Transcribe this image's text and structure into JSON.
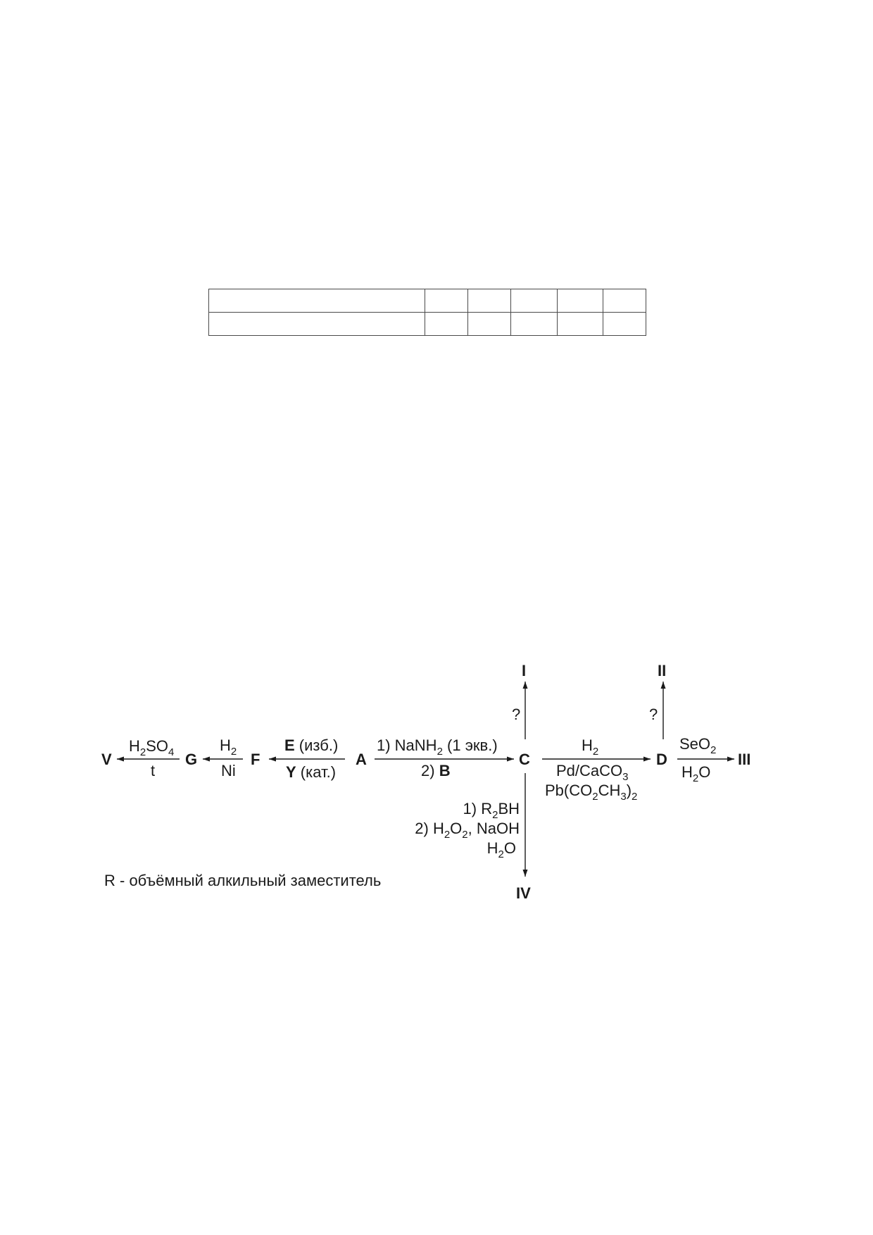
{
  "table": {
    "rows": 2,
    "column_widths": [
      306,
      60,
      60,
      65,
      64,
      60
    ],
    "cells": [
      [
        "",
        "",
        "",
        "",
        "",
        ""
      ],
      [
        "",
        "",
        "",
        "",
        "",
        ""
      ]
    ]
  },
  "compounds": {
    "V": "V",
    "G": "G",
    "F": "F",
    "A": "A",
    "C": "C",
    "D": "D",
    "III": "III",
    "I": "I",
    "II": "II",
    "IV": "IV"
  },
  "reagents": {
    "g_to_v": {
      "above": {
        "p1": "H",
        "s1": "2",
        "p2": "SO",
        "s2": "4"
      },
      "below": "t"
    },
    "f_to_g": {
      "above": {
        "p1": "H",
        "s1": "2"
      },
      "below": "Ni"
    },
    "a_to_f": {
      "above": {
        "bold": "E",
        "rest": " (изб.)"
      },
      "below": {
        "bold": "Y",
        "rest": " (кат.)"
      }
    },
    "a_to_c": {
      "above": {
        "p1": "1) NaNH",
        "s1": "2",
        "p2": " (1 экв.)"
      },
      "below": {
        "pre": "2) ",
        "bold": "B"
      }
    },
    "c_to_d": {
      "above": {
        "p1": "H",
        "s1": "2"
      },
      "below1": {
        "p1": "Pd/CaCO",
        "s1": "3"
      },
      "below2": {
        "p1": "Pb(CO",
        "s1": "2",
        "p2": "CH",
        "s2": "3",
        "p3": ")",
        "s3": "2"
      }
    },
    "d_to_iii": {
      "above": {
        "p1": "SeO",
        "s1": "2"
      },
      "below": {
        "p1": "H",
        "s1": "2",
        "p2": "O"
      }
    },
    "c_to_i": "?",
    "d_to_ii": "?",
    "c_to_iv": {
      "line1": {
        "p1": "1) R",
        "s1": "2",
        "p2": "BH"
      },
      "line2": {
        "p1": "2) H",
        "s1": "2",
        "p2": "O",
        "s2": "2",
        "p3": ", NaOH"
      },
      "line3": {
        "p1": "H",
        "s1": "2",
        "p2": "O"
      }
    }
  },
  "note": "R - объёмный алкильный заместитель"
}
